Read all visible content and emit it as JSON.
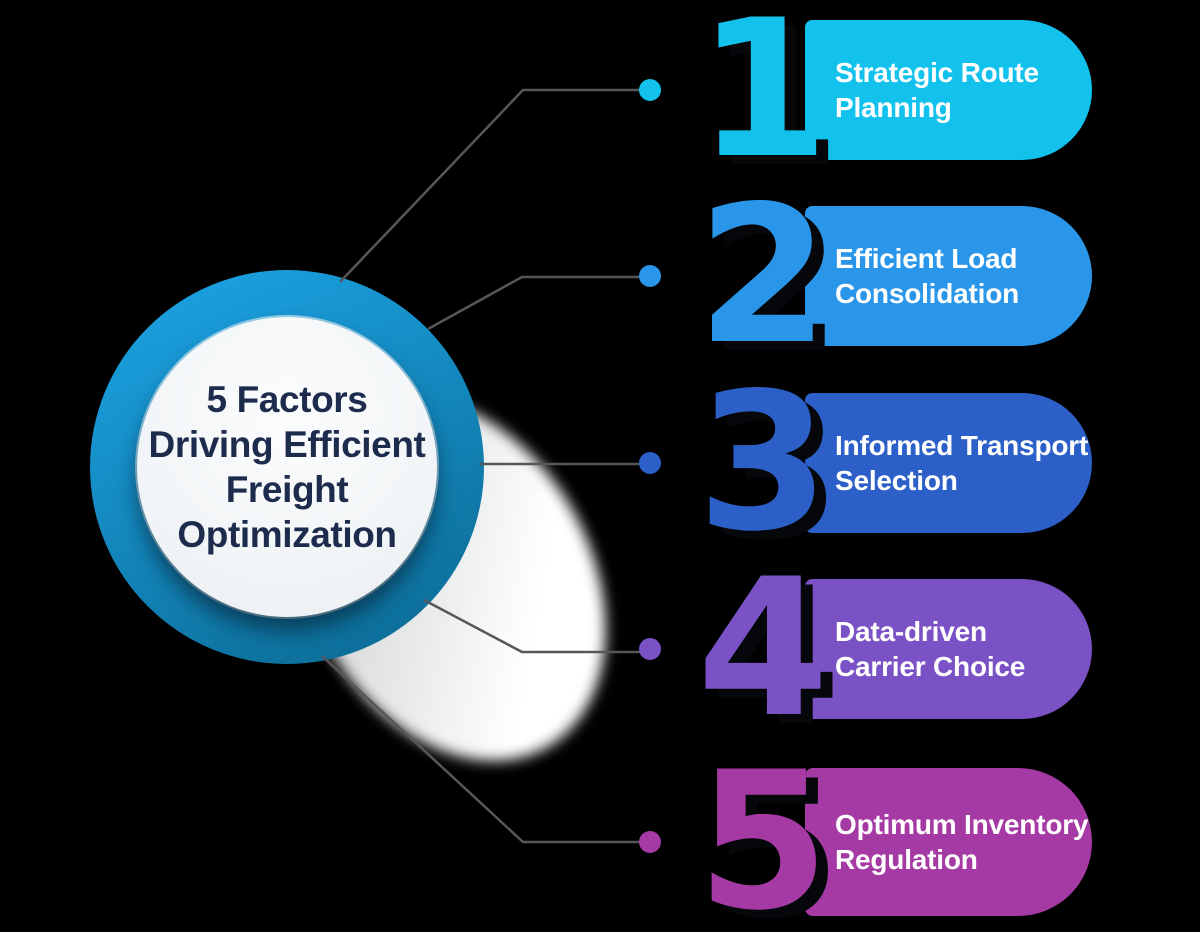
{
  "canvas_bg": "#000000",
  "connector_color": "#56575b",
  "center": {
    "title": "5 Factors\nDriving Efficient\nFreight\nOptimization",
    "title_color": "#1d2c4d",
    "ring_color_top": "#1a9edd",
    "ring_color_bottom": "#0c6d97",
    "face_color": "#f2f5f7"
  },
  "items": [
    {
      "number": "1",
      "label": "Strategic Route\nPlanning",
      "color": "#12c2ec",
      "text_color": "#ffffff"
    },
    {
      "number": "2",
      "label": "Efficient Load\nConsolidation",
      "color": "#2a96ea",
      "text_color": "#ffffff"
    },
    {
      "number": "3",
      "label": "Informed Transport\nSelection",
      "color": "#2c60c8",
      "text_color": "#ffffff"
    },
    {
      "number": "4",
      "label": "Data-driven\nCarrier Choice",
      "color": "#7b52c5",
      "text_color": "#ffffff"
    },
    {
      "number": "5",
      "label": "Optimum Inventory\nRegulation",
      "color": "#a63aa5",
      "text_color": "#ffffff"
    }
  ]
}
